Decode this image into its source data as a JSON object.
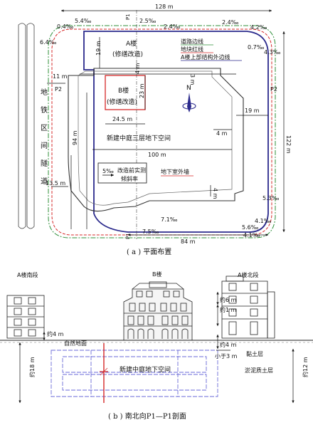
{
  "plan": {
    "dims": {
      "top_128": "128 m",
      "right_122": "122 m",
      "bottom_84": "84 m",
      "d19_left": "19 m",
      "d11": "11 m",
      "d4_top": "4 m",
      "d3": "3 m",
      "d23": "23 m",
      "d24_5": "24.5 m",
      "d19_right": "19 m",
      "d4_mid": "4 m",
      "d94": "94 m",
      "d100": "100 m",
      "d13_5": "13.5 m",
      "d4_bottom": "4 m"
    },
    "slopes": {
      "s04": "0.4‰",
      "s54": "5.4‰",
      "s25": "2.5‰",
      "s24a": "2.4‰",
      "s24b": "2.4‰",
      "s42": "4.2‰",
      "s64": "6.4‰",
      "s07": "0.7‰",
      "s43": "4.3‰",
      "s53": "5.3‰",
      "s41a": "4.1‰",
      "s56": "5.6‰",
      "s71": "7.1‰",
      "s75": "7.5‰",
      "s41b": "4.1‰"
    },
    "building_a_line1": "A楼",
    "building_a_line2": "(修缮改造)",
    "building_b_line1": "B楼",
    "building_b_line2": "(修缮改造)",
    "metro_chars": [
      "地",
      "铁",
      "区",
      "间",
      "隧",
      "道"
    ],
    "p1": "P1",
    "p2": "P2",
    "north": "N",
    "legend_road": "道路边线",
    "legend_plot": "地块红线",
    "legend_outer": "A楼上部结构外边线",
    "underground_label": "新建中庭三层地下空间",
    "legend_box_value": "5‰",
    "legend_box_line1": "改造前实测",
    "legend_box_line2": "倾斜率",
    "basement_wall": "地下室外墙",
    "caption": "( a ) 平面布置"
  },
  "section": {
    "a_south": "A楼南段",
    "b_label": "B楼",
    "a_north": "A楼北段",
    "d4_left": "约4 m",
    "ground": "自然地面",
    "about6": "约6 m",
    "about1": "约1 m",
    "about4": "约4 m",
    "lt3": "小于3 m",
    "clay": "黏土层",
    "underground_label": "新建中庭地下空间",
    "silty": "淤泥质土层",
    "about18": "约18 m",
    "about12": "约12 m",
    "caption": "( b ) 南北向P1—P1剖面"
  },
  "colors": {
    "site_outline": "#2b2a8c",
    "red_line": "#d62828",
    "road_line": "#2f8f3a",
    "section_box": "#6a6ad8"
  }
}
